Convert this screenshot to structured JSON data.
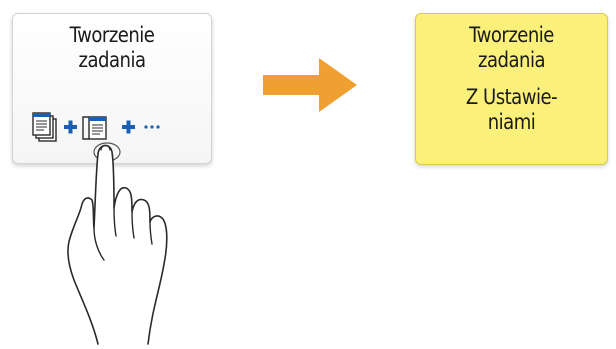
{
  "source_card": {
    "title": "Tworzenie zadania",
    "icons": [
      "document-stack-icon",
      "plus-icon",
      "document-icon",
      "plus-icon",
      "ellipsis-icon"
    ]
  },
  "result_card": {
    "title": "Tworzenie zadania",
    "subtitle": "Z Ustawie-niami"
  },
  "arrow_icon": "arrow-right-icon",
  "hand_icon": "pointing-hand-icon",
  "colors": {
    "accent_blue": "#1a5fb4",
    "arrow_orange": "#f0a030",
    "result_yellow": "#fbf07a"
  }
}
